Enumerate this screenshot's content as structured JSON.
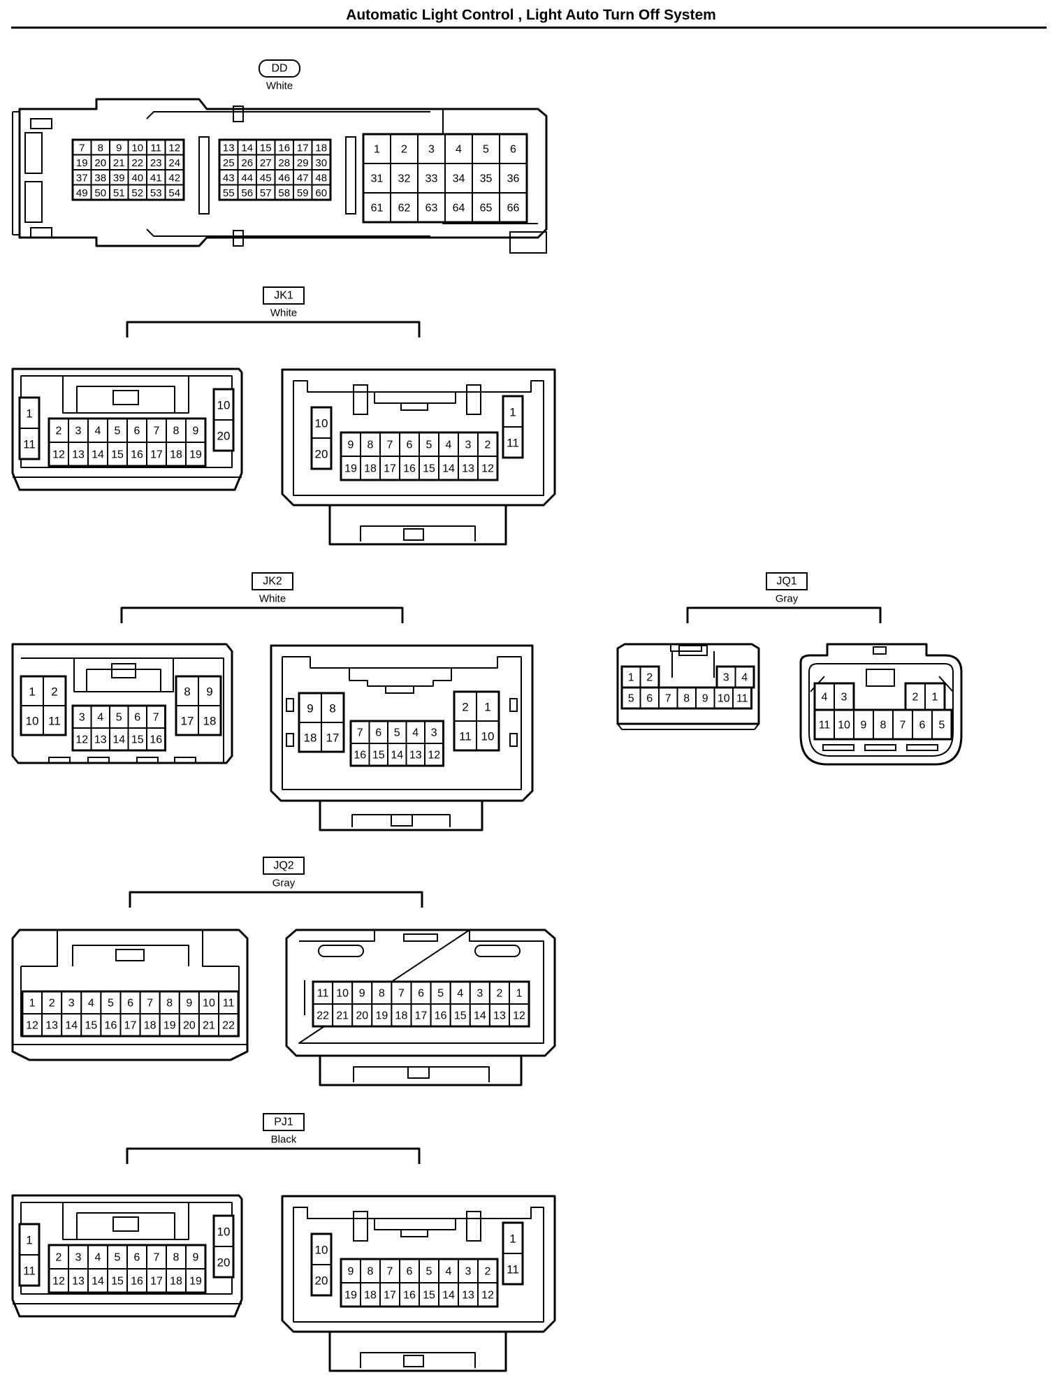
{
  "page_title": "Automatic Light Control , Light Auto Turn Off System",
  "connectors": [
    {
      "id": "DD",
      "color": "White",
      "views": [
        {
          "blocks": [
            {
              "rows": [
                [
                  "7",
                  "8",
                  "9",
                  "10",
                  "11",
                  "12"
                ],
                [
                  "19",
                  "20",
                  "21",
                  "22",
                  "23",
                  "24"
                ],
                [
                  "37",
                  "38",
                  "39",
                  "40",
                  "41",
                  "42"
                ],
                [
                  "49",
                  "50",
                  "51",
                  "52",
                  "53",
                  "54"
                ]
              ]
            },
            {
              "rows": [
                [
                  "13",
                  "14",
                  "15",
                  "16",
                  "17",
                  "18"
                ],
                [
                  "25",
                  "26",
                  "27",
                  "28",
                  "29",
                  "30"
                ],
                [
                  "43",
                  "44",
                  "45",
                  "46",
                  "47",
                  "48"
                ],
                [
                  "55",
                  "56",
                  "57",
                  "58",
                  "59",
                  "60"
                ]
              ]
            },
            {
              "rows": [
                [
                  "1",
                  "2",
                  "3",
                  "4",
                  "5",
                  "6"
                ],
                [
                  "31",
                  "32",
                  "33",
                  "34",
                  "35",
                  "36"
                ],
                [
                  "61",
                  "62",
                  "63",
                  "64",
                  "65",
                  "66"
                ]
              ]
            }
          ]
        }
      ]
    },
    {
      "id": "JK1",
      "color": "White",
      "views": [
        {
          "blocks": [
            {
              "rows": [
                [
                  "1"
                ],
                [
                  "11"
                ]
              ]
            },
            {
              "rows": [
                [
                  "2",
                  "3",
                  "4",
                  "5",
                  "6",
                  "7",
                  "8",
                  "9"
                ],
                [
                  "12",
                  "13",
                  "14",
                  "15",
                  "16",
                  "17",
                  "18",
                  "19"
                ]
              ]
            },
            {
              "rows": [
                [
                  "10"
                ],
                [
                  "20"
                ]
              ]
            }
          ]
        },
        {
          "blocks": [
            {
              "rows": [
                [
                  "10"
                ],
                [
                  "20"
                ]
              ]
            },
            {
              "rows": [
                [
                  "9",
                  "8",
                  "7",
                  "6",
                  "5",
                  "4",
                  "3",
                  "2"
                ],
                [
                  "19",
                  "18",
                  "17",
                  "16",
                  "15",
                  "14",
                  "13",
                  "12"
                ]
              ]
            },
            {
              "rows": [
                [
                  "1"
                ],
                [
                  "11"
                ]
              ]
            }
          ]
        }
      ]
    },
    {
      "id": "JK2",
      "color": "White",
      "views": [
        {
          "blocks": [
            {
              "rows": [
                [
                  "1",
                  "2"
                ],
                [
                  "10",
                  "11"
                ]
              ]
            },
            {
              "rows": [
                [
                  "3",
                  "4",
                  "5",
                  "6",
                  "7"
                ],
                [
                  "12",
                  "13",
                  "14",
                  "15",
                  "16"
                ]
              ]
            },
            {
              "rows": [
                [
                  "8",
                  "9"
                ],
                [
                  "17",
                  "18"
                ]
              ]
            }
          ]
        },
        {
          "blocks": [
            {
              "rows": [
                [
                  "9",
                  "8"
                ],
                [
                  "18",
                  "17"
                ]
              ]
            },
            {
              "rows": [
                [
                  "7",
                  "6",
                  "5",
                  "4",
                  "3"
                ],
                [
                  "16",
                  "15",
                  "14",
                  "13",
                  "12"
                ]
              ]
            },
            {
              "rows": [
                [
                  "2",
                  "1"
                ],
                [
                  "11",
                  "10"
                ]
              ]
            }
          ]
        }
      ]
    },
    {
      "id": "JQ1",
      "color": "Gray",
      "views": [
        {
          "blocks": [
            {
              "rows": [
                [
                  "1",
                  "2"
                ]
              ]
            },
            {
              "rows": [
                [
                  "3",
                  "4"
                ]
              ]
            },
            {
              "rows": [
                [
                  "5",
                  "6",
                  "7",
                  "8",
                  "9",
                  "10",
                  "11"
                ]
              ]
            }
          ]
        },
        {
          "blocks": [
            {
              "rows": [
                [
                  "4",
                  "3"
                ]
              ]
            },
            {
              "rows": [
                [
                  "2",
                  "1"
                ]
              ]
            },
            {
              "rows": [
                [
                  "11",
                  "10",
                  "9",
                  "8",
                  "7",
                  "6",
                  "5"
                ]
              ]
            }
          ]
        }
      ]
    },
    {
      "id": "JQ2",
      "color": "Gray",
      "views": [
        {
          "blocks": [
            {
              "rows": [
                [
                  "1",
                  "2",
                  "3",
                  "4",
                  "5",
                  "6",
                  "7",
                  "8",
                  "9",
                  "10",
                  "11"
                ],
                [
                  "12",
                  "13",
                  "14",
                  "15",
                  "16",
                  "17",
                  "18",
                  "19",
                  "20",
                  "21",
                  "22"
                ]
              ]
            }
          ]
        },
        {
          "blocks": [
            {
              "rows": [
                [
                  "11",
                  "10",
                  "9",
                  "8",
                  "7",
                  "6",
                  "5",
                  "4",
                  "3",
                  "2",
                  "1"
                ],
                [
                  "22",
                  "21",
                  "20",
                  "19",
                  "18",
                  "17",
                  "16",
                  "15",
                  "14",
                  "13",
                  "12"
                ]
              ]
            }
          ]
        }
      ]
    },
    {
      "id": "PJ1",
      "color": "Black",
      "views": [
        {
          "blocks": [
            {
              "rows": [
                [
                  "1"
                ],
                [
                  "11"
                ]
              ]
            },
            {
              "rows": [
                [
                  "2",
                  "3",
                  "4",
                  "5",
                  "6",
                  "7",
                  "8",
                  "9"
                ],
                [
                  "12",
                  "13",
                  "14",
                  "15",
                  "16",
                  "17",
                  "18",
                  "19"
                ]
              ]
            },
            {
              "rows": [
                [
                  "10"
                ],
                [
                  "20"
                ]
              ]
            }
          ]
        },
        {
          "blocks": [
            {
              "rows": [
                [
                  "10"
                ],
                [
                  "20"
                ]
              ]
            },
            {
              "rows": [
                [
                  "9",
                  "8",
                  "7",
                  "6",
                  "5",
                  "4",
                  "3",
                  "2"
                ],
                [
                  "19",
                  "18",
                  "17",
                  "16",
                  "15",
                  "14",
                  "13",
                  "12"
                ]
              ]
            },
            {
              "rows": [
                [
                  "1"
                ],
                [
                  "11"
                ]
              ]
            }
          ]
        }
      ]
    }
  ]
}
